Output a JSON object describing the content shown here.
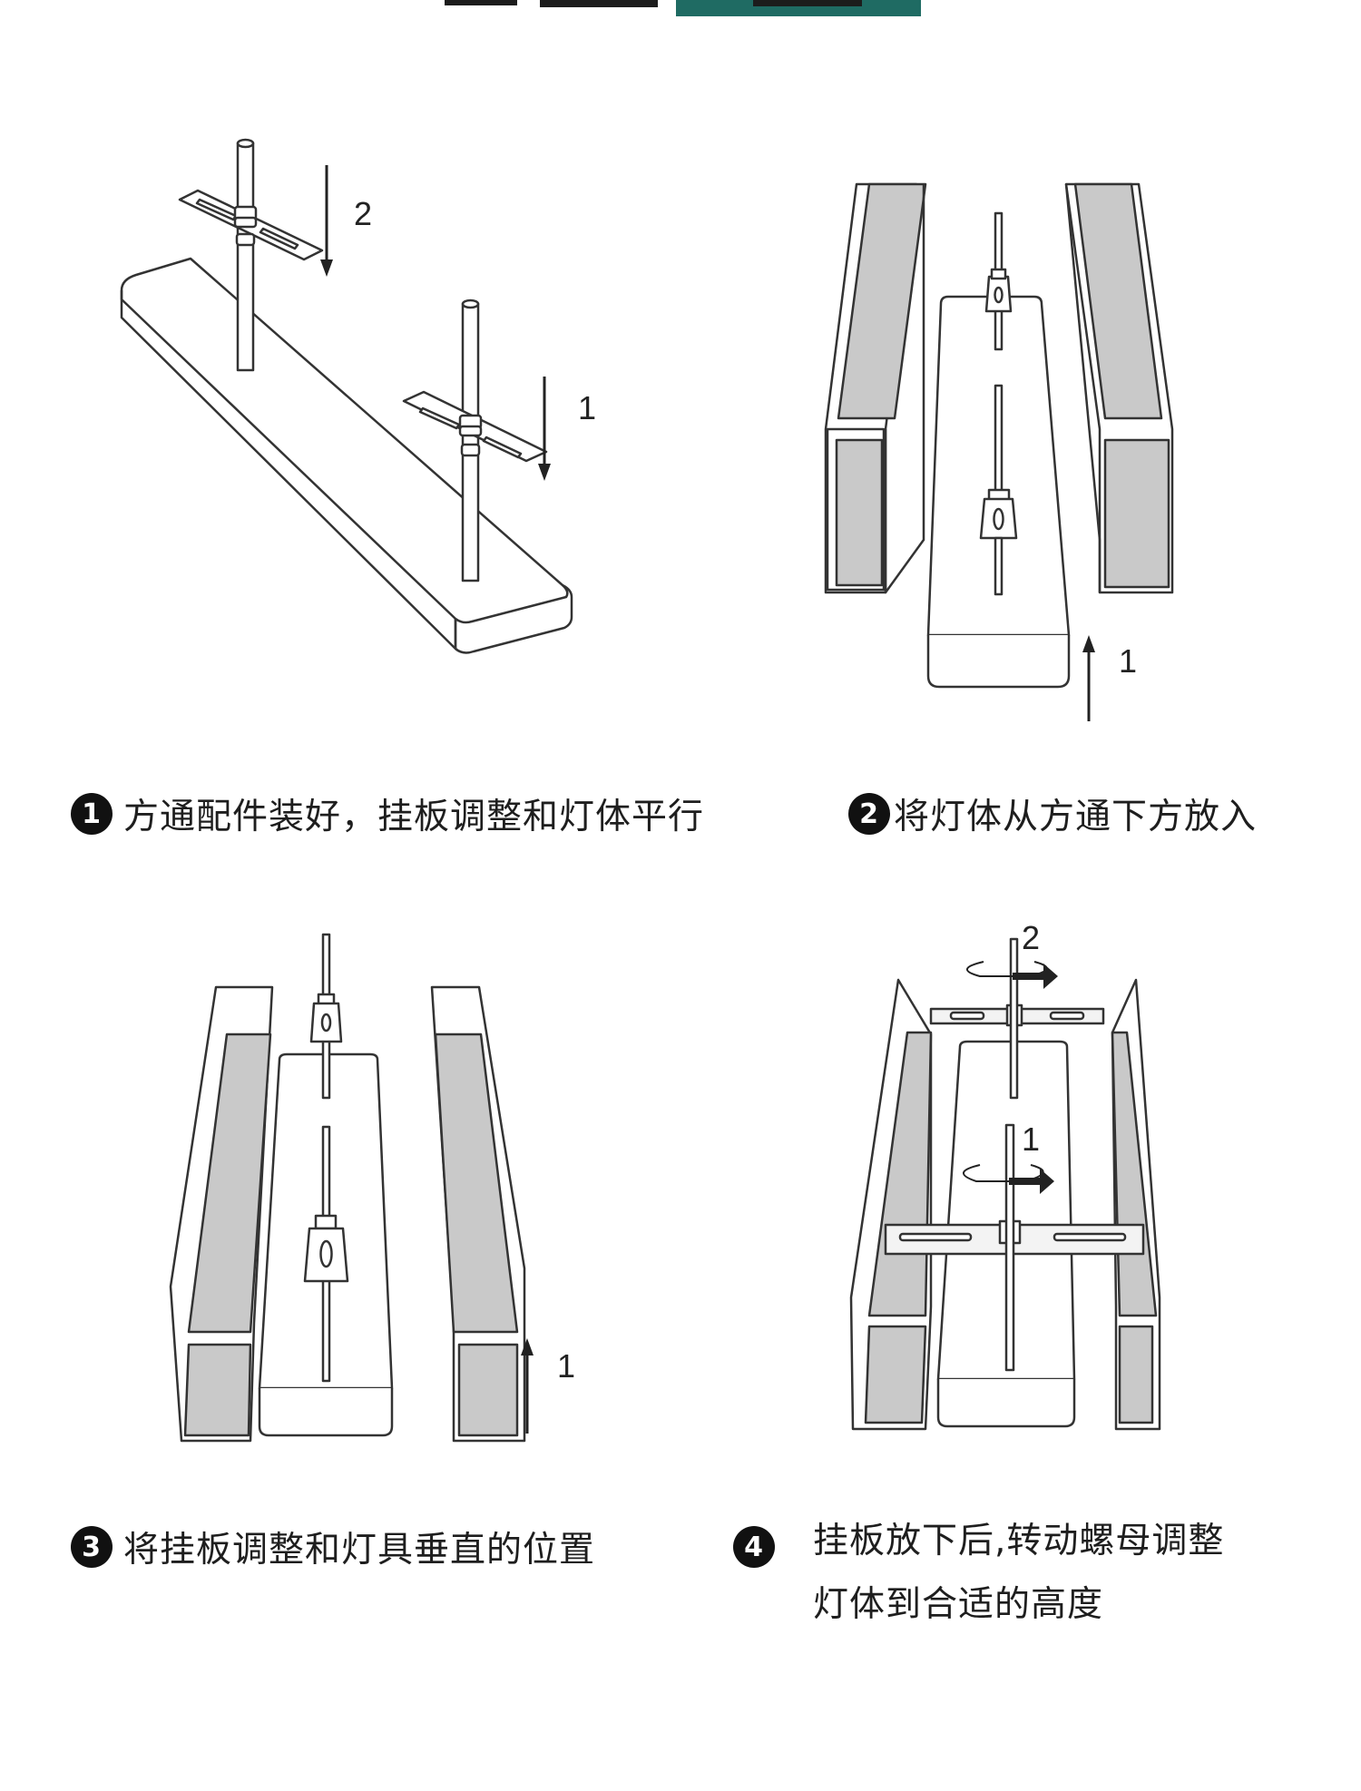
{
  "steps": [
    {
      "number": "1",
      "text": "方通配件装好，挂板调整和灯体平行",
      "labels": [
        "2",
        "1"
      ]
    },
    {
      "number": "2",
      "text": "将灯体从方通下方放入",
      "labels": [
        "1"
      ]
    },
    {
      "number": "3",
      "text": "将挂板调整和灯具垂直的位置",
      "labels": [
        "1"
      ]
    },
    {
      "number": "4",
      "text_line1": "挂板放下后,转动螺母调整",
      "text_line2": "灯体到合适的高度",
      "labels": [
        "2",
        "1"
      ]
    }
  ],
  "colors": {
    "rail_fill": "#c9c9c9",
    "line": "#333333",
    "header_teal": "#1f6b63"
  }
}
